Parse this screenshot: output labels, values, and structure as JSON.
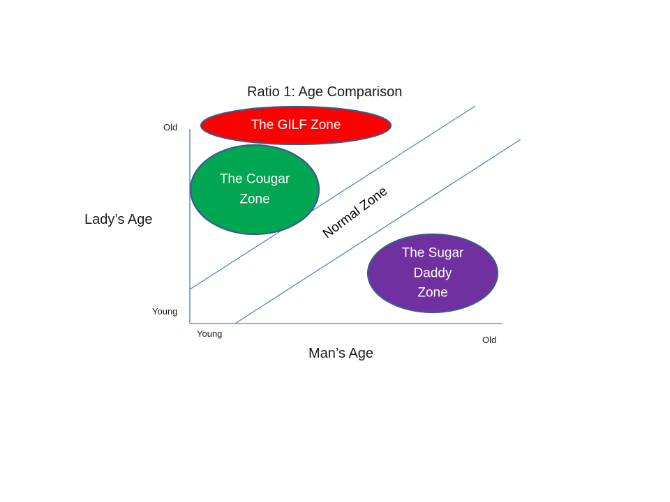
{
  "title": "Ratio 1: Age Comparison",
  "axes": {
    "y_title": "Lady’s Age",
    "x_title": "Man’s Age",
    "y_tick_high": "Old",
    "y_tick_low": "Young",
    "x_tick_low": "Young",
    "x_tick_high": "Old"
  },
  "zones": {
    "normal": "Normal Zone",
    "gilf": {
      "line1": "The GILF Zone"
    },
    "cougar": {
      "line1": "The Cougar",
      "line2": "Zone"
    },
    "sugar_daddy": {
      "line1": "The Sugar",
      "line2": "Daddy",
      "line3": "Zone"
    }
  },
  "colors": {
    "gilf_fill": "#ff0000",
    "cougar_fill": "#00a651",
    "sugar_daddy_fill": "#7030a0",
    "ellipse_outline": "#3b5a8c",
    "boundary_lines": "#4a7ebb",
    "axes": "#4a7ebb"
  }
}
